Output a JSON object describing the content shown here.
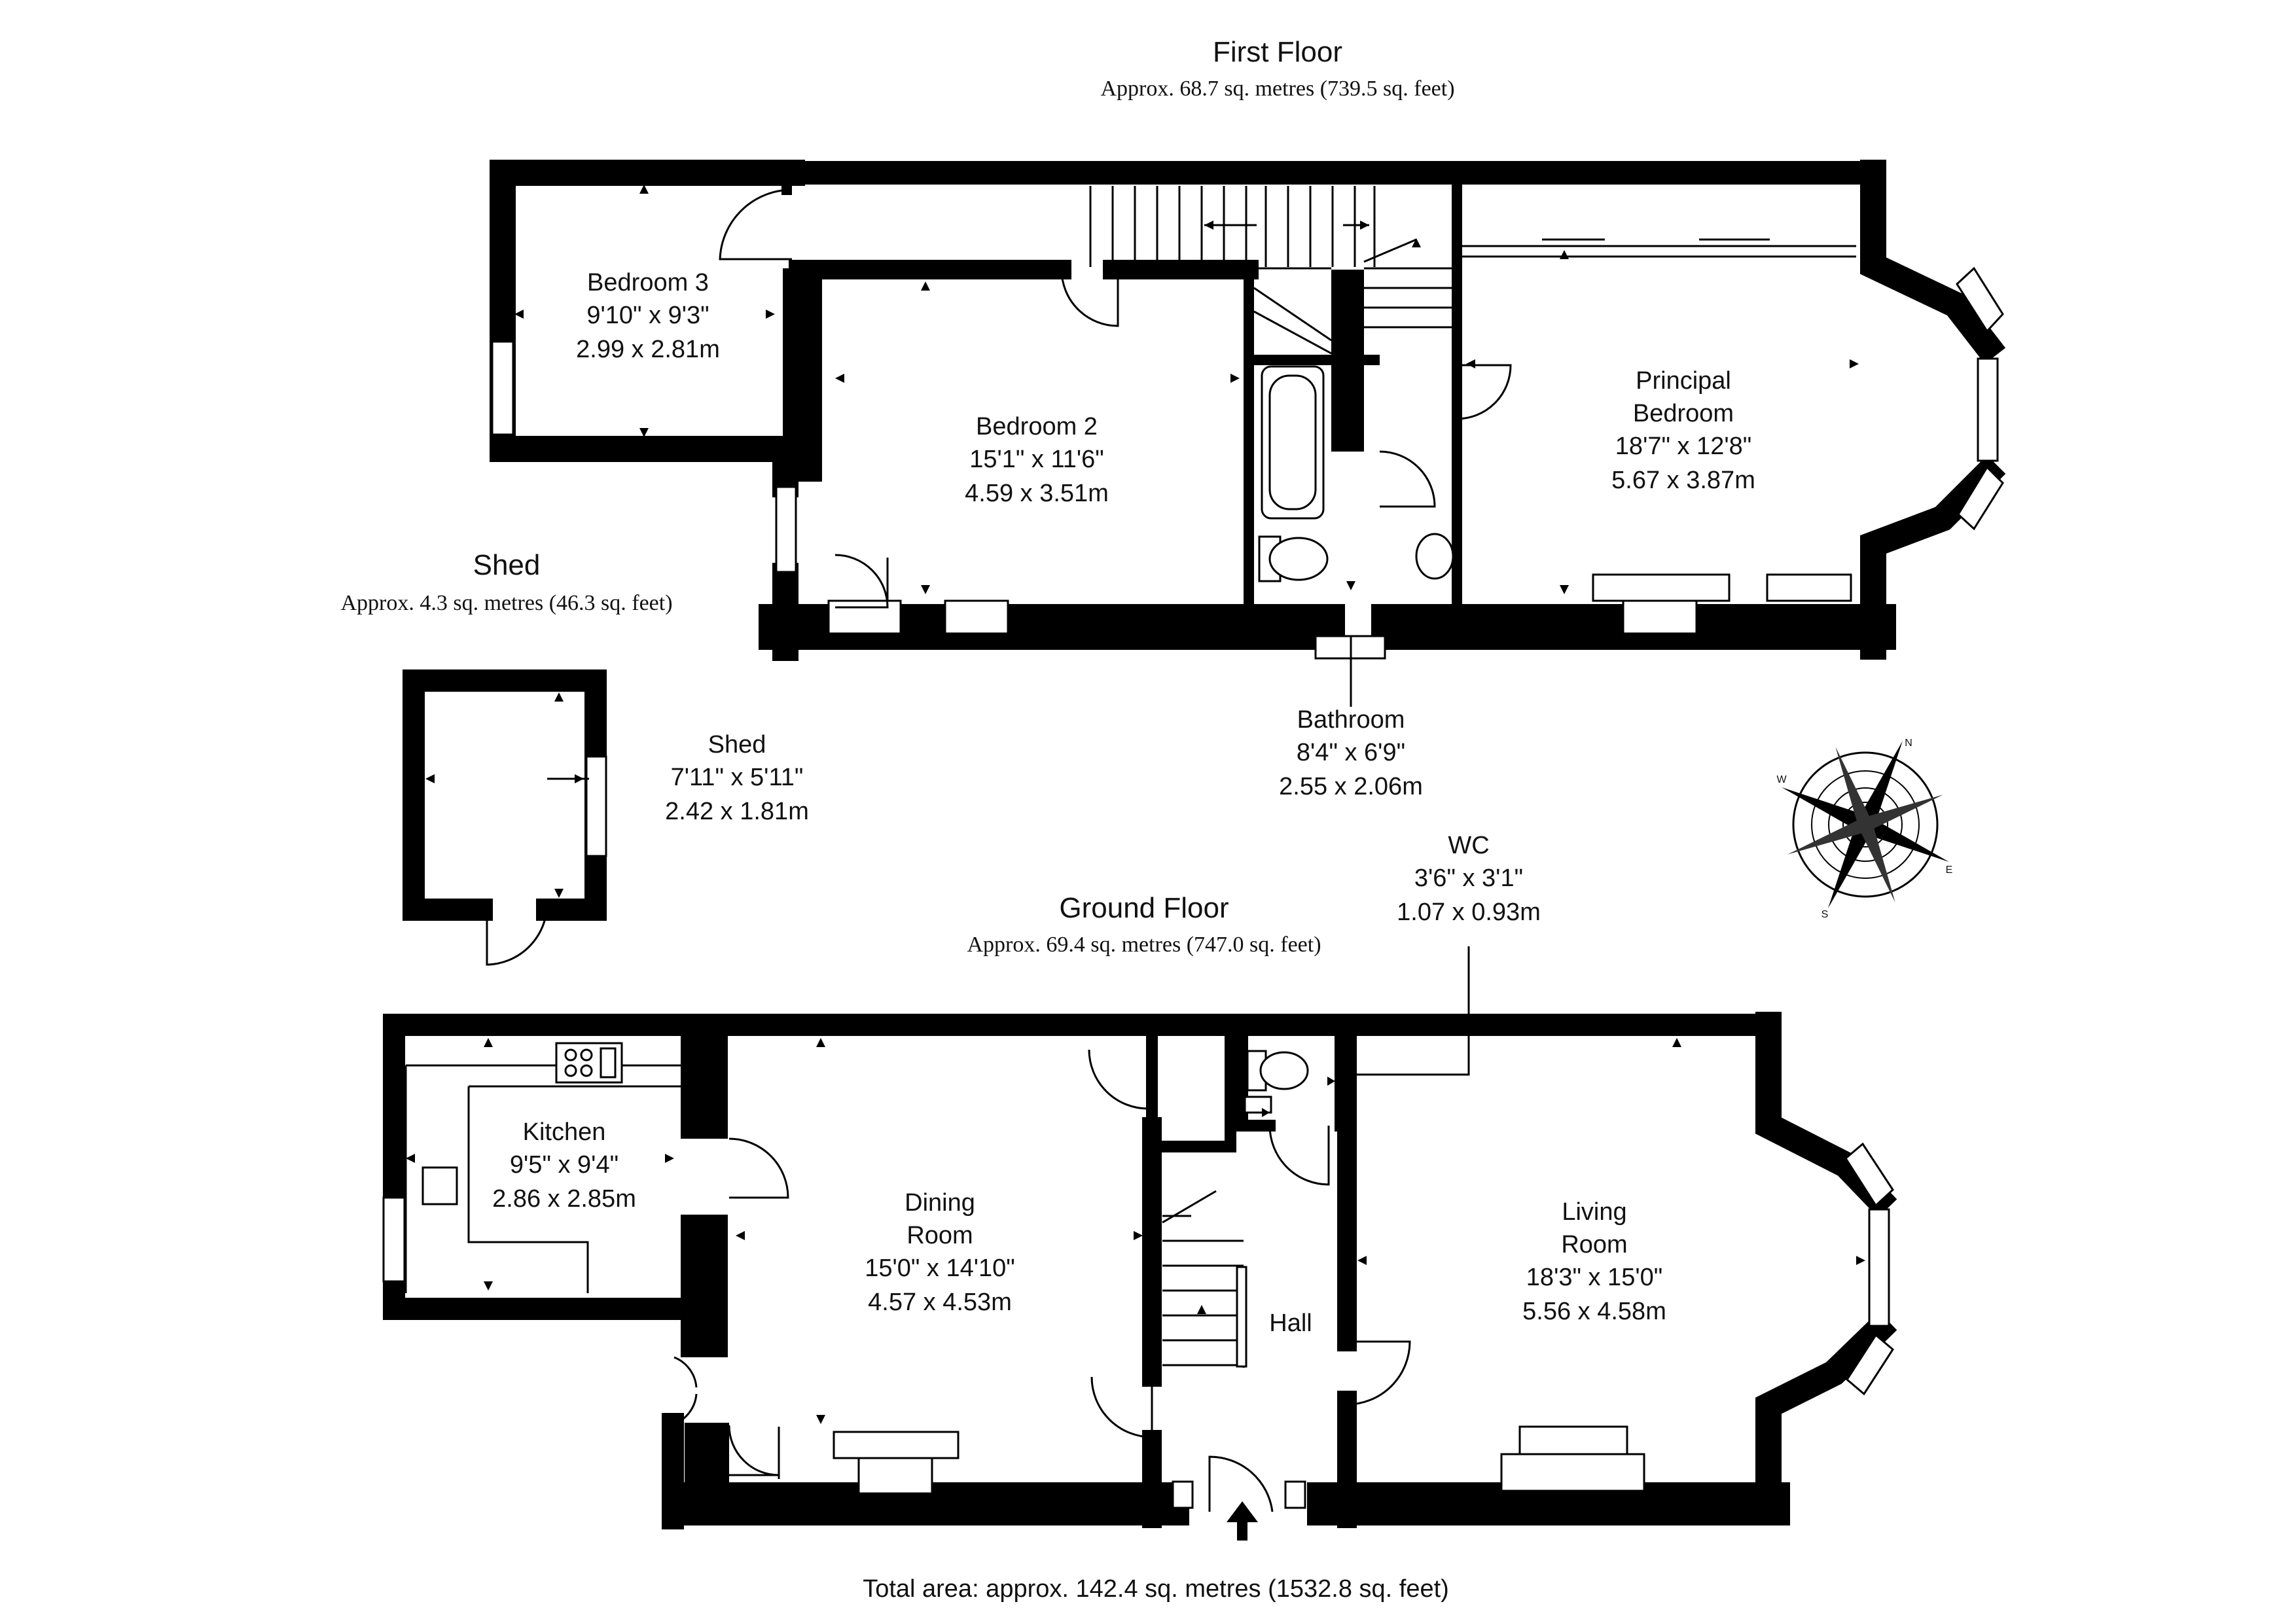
{
  "first_floor": {
    "title": "First Floor",
    "area": "Approx. 68.7 sq. metres (739.5 sq. feet)"
  },
  "ground_floor": {
    "title": "Ground Floor",
    "area": "Approx. 69.4 sq. metres (747.0 sq. feet)"
  },
  "shed_block": {
    "title": "Shed",
    "area": "Approx. 4.3 sq. metres (46.3 sq. feet)"
  },
  "rooms": {
    "bedroom3": {
      "name": "Bedroom 3",
      "imperial": "9'10\" x 9'3\"",
      "metric": "2.99 x 2.81m"
    },
    "bedroom2": {
      "name": "Bedroom 2",
      "imperial": "15'1\" x 11'6\"",
      "metric": "4.59 x 3.51m"
    },
    "principal": {
      "name_line1": "Principal",
      "name_line2": "Bedroom",
      "imperial": "18'7\" x 12'8\"",
      "metric": "5.67 x 3.87m"
    },
    "bathroom": {
      "name": "Bathroom",
      "imperial": "8'4\" x 6'9\"",
      "metric": "2.55 x 2.06m"
    },
    "shed": {
      "name": "Shed",
      "imperial": "7'11\" x 5'11\"",
      "metric": "2.42 x 1.81m"
    },
    "wc": {
      "name": "WC",
      "imperial": "3'6\" x 3'1\"",
      "metric": "1.07 x 0.93m"
    },
    "kitchen": {
      "name": "Kitchen",
      "imperial": "9'5\" x 9'4\"",
      "metric": "2.86 x 2.85m"
    },
    "dining": {
      "name_line1": "Dining",
      "name_line2": "Room",
      "imperial": "15'0\" x 14'10\"",
      "metric": "4.57 x 4.53m"
    },
    "hall": {
      "name": "Hall"
    },
    "living": {
      "name_line1": "Living",
      "name_line2": "Room",
      "imperial": "18'3\" x 15'0\"",
      "metric": "5.56 x 4.58m"
    }
  },
  "total": "Total area: approx. 142.4 sq. metres (1532.8 sq. feet)",
  "compass": {
    "n": "N",
    "e": "E",
    "s": "S",
    "w": "W"
  },
  "colors": {
    "wall": "#000000",
    "background": "#ffffff"
  }
}
